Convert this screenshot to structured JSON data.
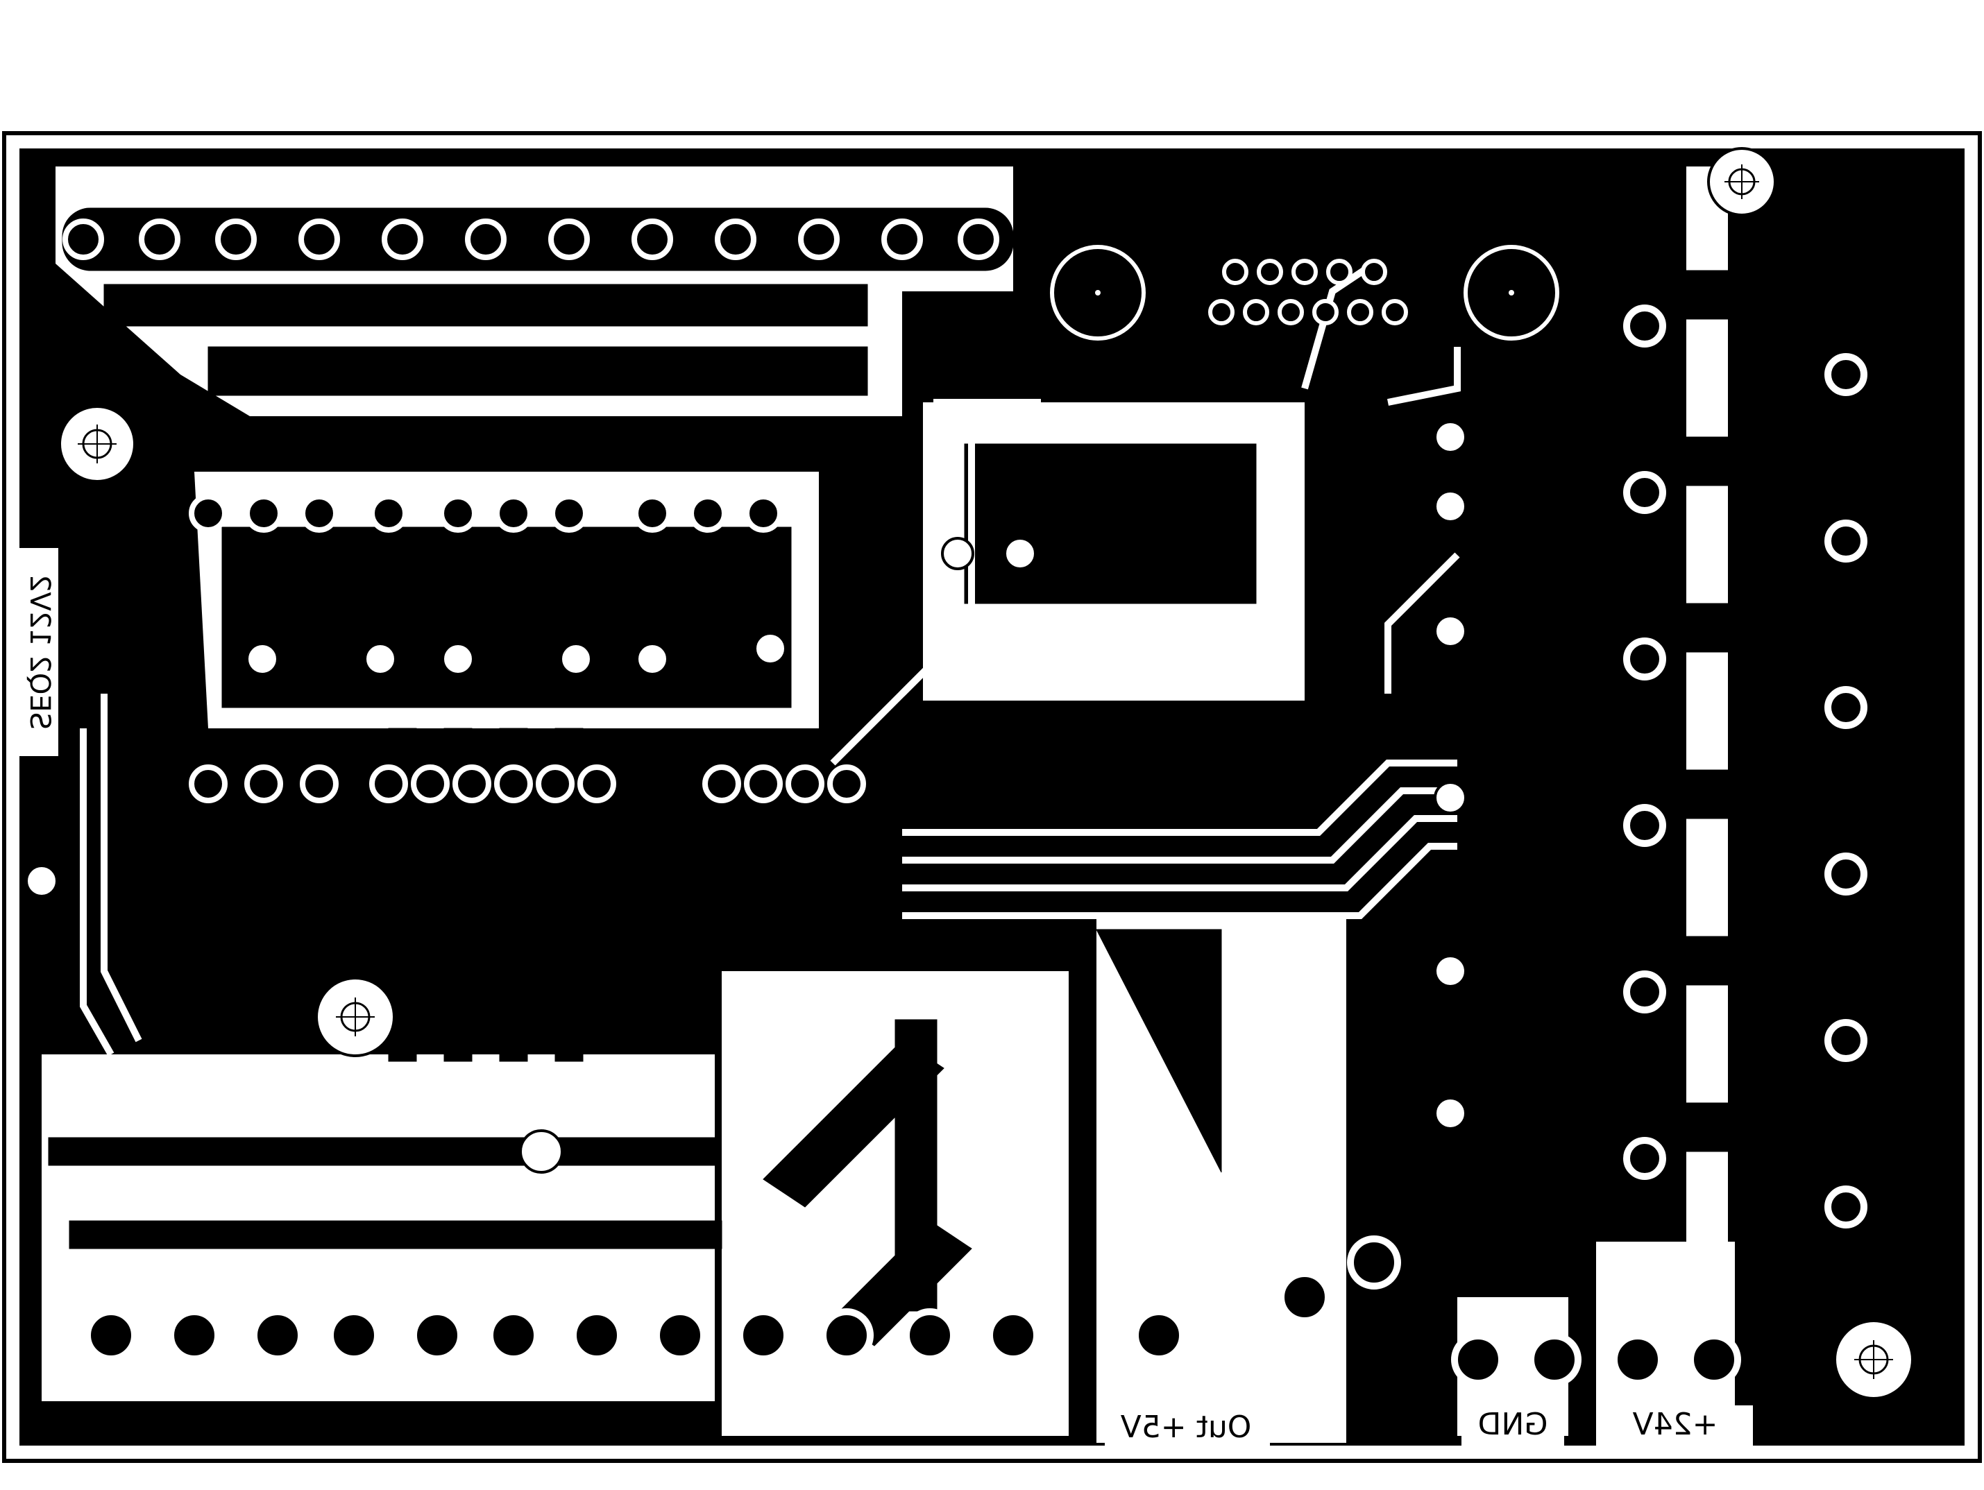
{
  "board": {
    "code_label": "SEQ2 12V2",
    "labels": {
      "out5v": "Out +5V",
      "gnd": "GND",
      "plus24v": "+24V"
    },
    "colors": {
      "copper": "#000000",
      "substrate": "#ffffff"
    }
  }
}
